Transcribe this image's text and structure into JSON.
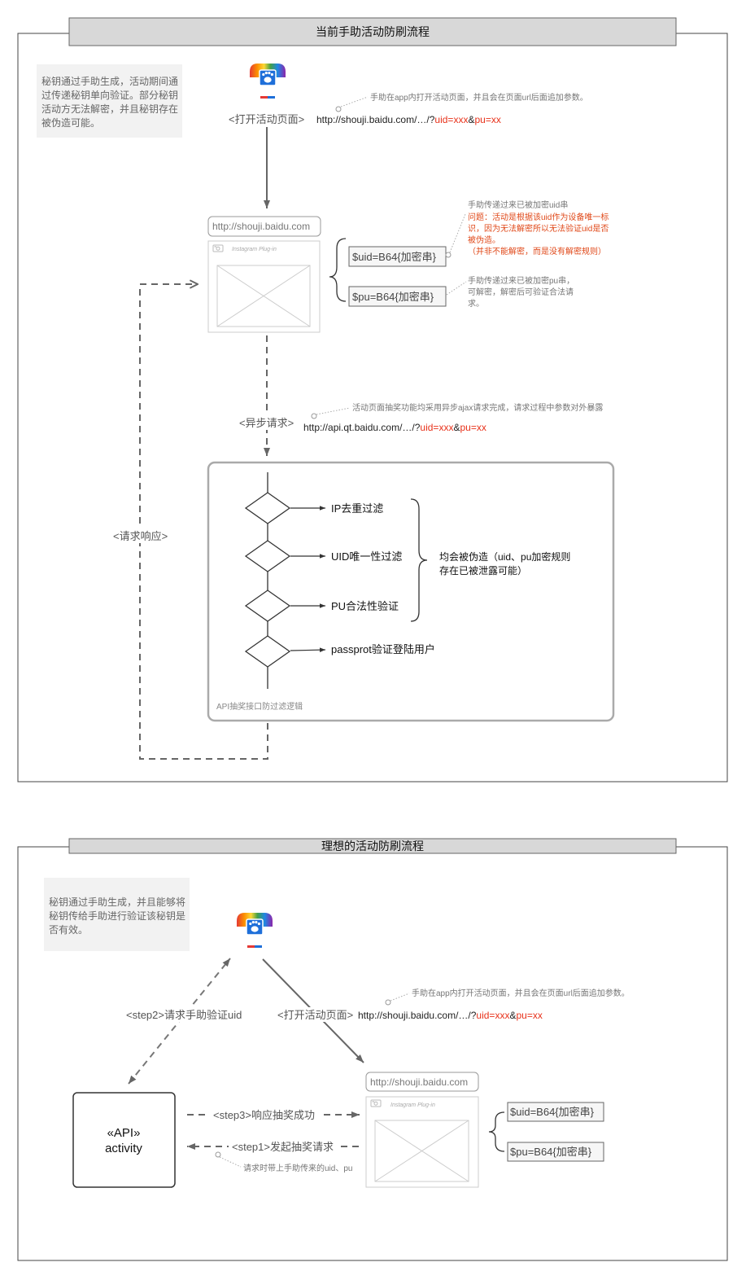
{
  "colors": {
    "param_red": "#e8311a",
    "problem_red": "#e0491a",
    "title_bar": "#d8d8d8",
    "note_bg": "#f2f2f2"
  },
  "icons": {
    "app": "baidu-app-icon",
    "plugin_photo": "camera-icon",
    "image_placeholder": "image-placeholder-icon"
  },
  "current_flow": {
    "title": "当前手助活动防刷流程",
    "note_lines": [
      "秘钥通过手助生成，活动期间通",
      "过传递秘钥单向验证。部分秘钥",
      "活动方无法解密，并且秘钥存在",
      "被伪造可能。"
    ],
    "open_page_label": "<打开活动页面>",
    "open_page_note": "手助在app内打开活动页面，并且会在页面url后面追加参数。",
    "open_url": {
      "base": "http://shouji.baidu.com/…/?",
      "uid": "uid=xxx",
      "amp": "&",
      "pu": "pu=xx"
    },
    "browser": {
      "url": "http://shouji.baidu.com",
      "plugin_label": "Instagram Plug-in"
    },
    "params": {
      "uid": "$uid=B64{加密串}",
      "pu": "$pu=B64{加密串}"
    },
    "uid_note": {
      "line": "手助传递过来已被加密uid串",
      "problem_lines": [
        "问题：活动是根据该uid作为设备唯一标",
        "识，因为无法解密所以无法验证uid是否",
        "被伪造。",
        "（并非不能解密，而是没有解密规则）"
      ]
    },
    "pu_note_lines": [
      "手助传递过来已被加密pu串，",
      "可解密，解密后可验证合法请",
      "求。"
    ],
    "async_label": "<异步请求>",
    "async_note": "活动页面抽奖功能均采用异步ajax请求完成，请求过程中参数对外暴露",
    "api_url": {
      "base": "http://api.qt.baidu.com/…/?",
      "uid": "uid=xxx",
      "amp": "&",
      "pu": "pu=xx"
    },
    "filter_box": {
      "label": "API抽奖接口防过滤逻辑",
      "steps": [
        "IP去重过滤",
        "UID唯一性过滤",
        "PU合法性验证",
        "passprot验证登陆用户"
      ]
    },
    "forgery_note_lines": [
      "均会被伪造（uid、pu加密规则",
      "存在已被泄露可能）"
    ],
    "response_label": "<请求响应>"
  },
  "ideal_flow": {
    "title": "理想的活动防刷流程",
    "note_lines": [
      "秘钥通过手助生成，并且能够将",
      "秘钥传给手助进行验证该秘钥是",
      "否有效。"
    ],
    "step2_label": "<step2>请求手助验证uid",
    "open_page_label": "<打开活动页面>",
    "open_page_note": "手助在app内打开活动页面，并且会在页面url后面追加参数。",
    "open_url": {
      "base": "http://shouji.baidu.com/…/?",
      "uid": "uid=xxx",
      "amp": "&",
      "pu": "pu=xx"
    },
    "api_box": {
      "stereotype": "«API»",
      "name": "activity"
    },
    "browser": {
      "url": "http://shouji.baidu.com",
      "plugin_label": "Instagram Plug-in"
    },
    "params": {
      "uid": "$uid=B64{加密串}",
      "pu": "$pu=B64{加密串}"
    },
    "step3_label": "<step3>响应抽奖成功",
    "step1_label": "<step1>发起抽奖请求",
    "step1_note": "请求时带上手助传来的uid、pu"
  }
}
